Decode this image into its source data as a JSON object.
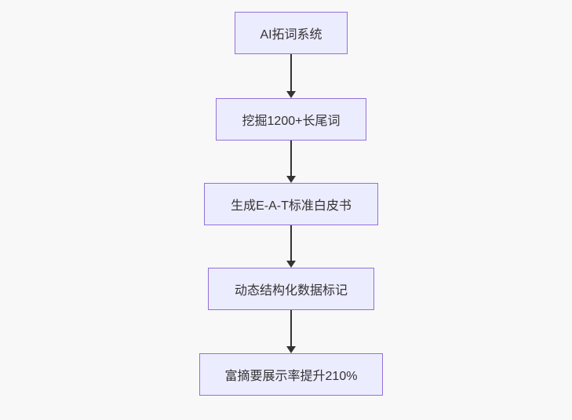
{
  "flowchart": {
    "type": "flowchart",
    "direction": "top-down",
    "nodes": [
      {
        "id": "n1",
        "label": "AI拓词系统"
      },
      {
        "id": "n2",
        "label": "挖掘1200+长尾词"
      },
      {
        "id": "n3",
        "label": "生成E-A-T标准白皮书"
      },
      {
        "id": "n4",
        "label": "动态结构化数据标记"
      },
      {
        "id": "n5",
        "label": "富摘要展示率提升210%"
      }
    ],
    "edges": [
      {
        "from": "n1",
        "to": "n2",
        "style": "arrow"
      },
      {
        "from": "n2",
        "to": "n3",
        "style": "arrow"
      },
      {
        "from": "n3",
        "to": "n4",
        "style": "arrow"
      },
      {
        "from": "n4",
        "to": "n5",
        "style": "arrow"
      }
    ],
    "colors": {
      "background": "#f8f8f8",
      "node_fill": "#ECECFF",
      "node_border": "#9370DB",
      "edge": "#333333",
      "text": "#333333"
    }
  }
}
